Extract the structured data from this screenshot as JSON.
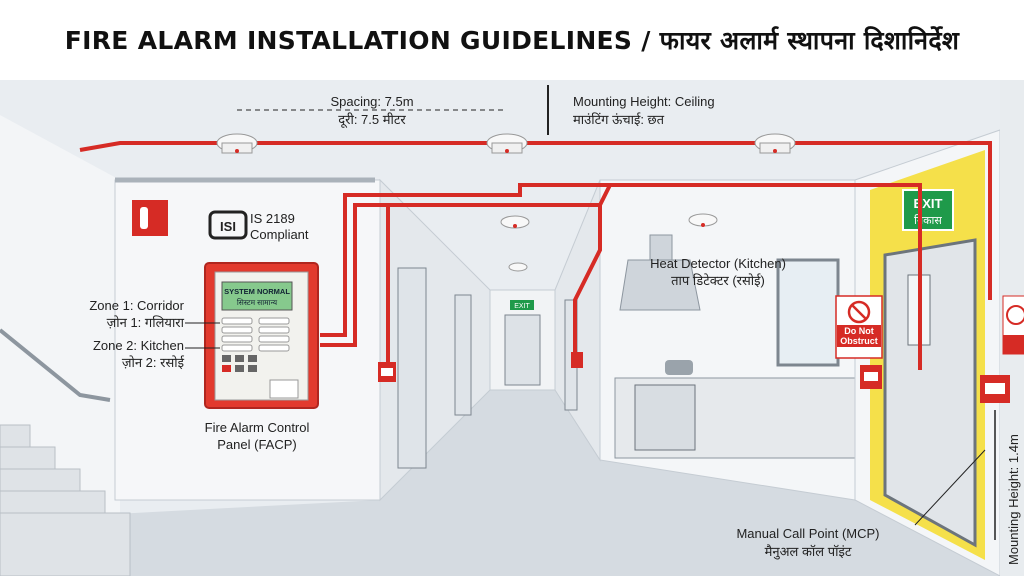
{
  "title": "FIRE ALARM INSTALLATION GUIDELINES / फायर अलार्म स्थापना दिशानिर्देश",
  "colors": {
    "pipe": "#d62b25",
    "panel": "#e23a2e",
    "wall": "#eef2f5",
    "exit_green": "#1f9a4a",
    "yellow_wall": "#f5e04a"
  },
  "labels": {
    "spacing_en": "Spacing: 7.5m",
    "spacing_hi": "दूरी: 7.5 मीटर",
    "mount_ceiling_en": "Mounting Height: Ceiling",
    "mount_ceiling_hi": "माउंटिंग ऊंचाई: छत",
    "is_code": "IS 2189",
    "is_compliant": "Compliant",
    "is_logo": "ISI",
    "zone1_en": "Zone 1: Corridor",
    "zone1_hi": "ज़ोन 1: गलियारा",
    "zone2_en": "Zone 2: Kitchen",
    "zone2_hi": "ज़ोन 2: रसोई",
    "facp_line1": "Fire Alarm Control",
    "facp_line2": "Panel (FACP)",
    "heat_en": "Heat Detector (Kitchen)",
    "heat_hi": "ताप डिटेक्टर (रसोई)",
    "exit_en": "EXIT",
    "exit_hi": "निकास",
    "corridor_exit": "EXIT",
    "mcp_en": "Manual Call Point (MCP)",
    "mcp_hi": "मैनुअल कॉल पॉइंट",
    "mcp_height": "Mounting Height: 1.4m",
    "do_not_obstruct": "Do Not Obstruct"
  },
  "panel": {
    "status_en": "SYSTEM NORMAL",
    "status_hi": "सिस्टम सामान्य"
  },
  "icons": [
    "fire-extinguisher-icon",
    "isi-mark-icon",
    "smoke-detector-icon",
    "heat-detector-icon",
    "manual-call-point-icon",
    "no-obstruction-icon"
  ]
}
